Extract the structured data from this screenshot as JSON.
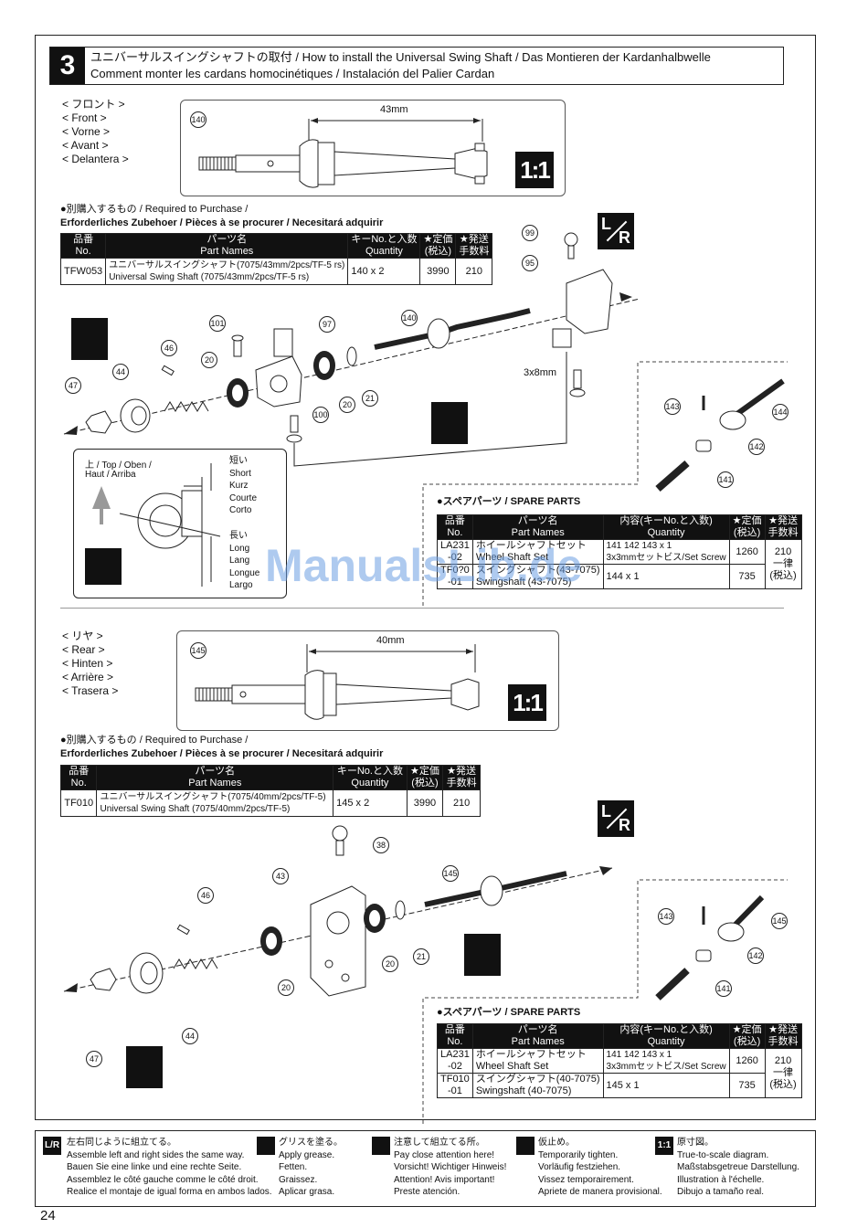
{
  "step": {
    "number": "3",
    "title_line1": "ユニバーサルスイングシャフトの取付  / How to install the Universal Swing Shaft / Das Montieren der Kardanhalbwelle",
    "title_line2": "Comment monter les cardans homocinétiques / Instalación del Palier Cardan"
  },
  "front": {
    "direction": [
      "< フロント >",
      "< Front >",
      "< Vorne >",
      "< Avant >",
      "< Delantera >"
    ],
    "dimension": "43mm",
    "shaft_part": "140",
    "scale": "1:1",
    "required_title": "●別購入するもの / Required to Purchase /",
    "required_subtitle": "Erforderliches Zubehoer / Pièces à se procurer / Necesitará adquirir",
    "required_table": {
      "headers": [
        [
          "品番",
          "No."
        ],
        [
          "パーツ名",
          "Part Names"
        ],
        [
          "キーNo.と入数",
          "Quantity"
        ],
        [
          "★定価",
          "(税込)"
        ],
        [
          "★発送",
          "手数料"
        ]
      ],
      "row": {
        "no": "TFW053",
        "name1": "ユニバーサルスイングシャフト(7075/43mm/2pcs/TF-5 rs)",
        "name2": "Universal Swing Shaft (7075/43mm/2pcs/TF-5 rs)",
        "qty": "140 x 2",
        "price": "3990",
        "fee": "210"
      }
    },
    "lr": {
      "l": "L",
      "r": "R"
    },
    "callouts": [
      "99",
      "95",
      "101",
      "97",
      "140",
      "46",
      "20",
      "44",
      "47",
      "100",
      "20",
      "21"
    ],
    "screw_label": "3x8mm",
    "orientation": {
      "top": "上 / Top / Oben /",
      "top2": "Haut / Arriba",
      "short": [
        "短い",
        "Short",
        "Kurz",
        "Courte",
        "Corto"
      ],
      "long": [
        "長い",
        "Long",
        "Lang",
        "Longue",
        "Largo"
      ]
    },
    "spare_callouts": [
      "143",
      "144",
      "142",
      "141"
    ],
    "spare_title": "●スペアパーツ / SPARE PARTS",
    "spare_table": {
      "headers": [
        [
          "品番",
          "No."
        ],
        [
          "パーツ名",
          "Part Names"
        ],
        [
          "内容(キーNo.と入数)",
          "Quantity"
        ],
        [
          "★定価",
          "(税込)"
        ],
        [
          "★発送",
          "手数料"
        ]
      ],
      "rows": [
        {
          "no1": "LA231",
          "no2": "-02",
          "name1": "ホイールシャフトセット",
          "name2": "Wheel Shaft Set",
          "qty1": "141 142 143 x 1",
          "qty2": "3x3mmセットビス/Set Screw",
          "price": "1260"
        },
        {
          "no1": "TF0?0",
          "no2": "-01",
          "name1": "スイングシャフト(43-7075)",
          "name2": "Swingshaft (43-7075)",
          "qty1": "144 x 1",
          "qty2": "",
          "price": "735"
        }
      ],
      "fee": [
        "210",
        "一律",
        "(税込)"
      ]
    }
  },
  "rear": {
    "direction": [
      "< リヤ >",
      "< Rear >",
      "< Hinten >",
      "< Arrière >",
      "< Trasera >"
    ],
    "dimension": "40mm",
    "shaft_part": "145",
    "scale": "1:1",
    "required_title": "●別購入するもの / Required to Purchase /",
    "required_subtitle": "Erforderliches Zubehoer / Pièces à se procurer / Necesitará adquirir",
    "required_table": {
      "row": {
        "no": "TF010",
        "name1": "ユニバーサルスイングシャフト(7075/40mm/2pcs/TF-5)",
        "name2": "Universal Swing Shaft (7075/40mm/2pcs/TF-5)",
        "qty": "145 x 2",
        "price": "3990",
        "fee": "210"
      }
    },
    "lr": {
      "l": "L",
      "r": "R"
    },
    "callouts": [
      "38",
      "43",
      "145",
      "46",
      "20",
      "21",
      "20",
      "44",
      "47"
    ],
    "spare_callouts": [
      "143",
      "145",
      "142",
      "141"
    ],
    "spare_title": "●スペアパーツ / SPARE PARTS",
    "spare_table": {
      "rows": [
        {
          "no1": "LA231",
          "no2": "-02",
          "name1": "ホイールシャフトセット",
          "name2": "Wheel Shaft Set",
          "qty1": "141 142 143 x 1",
          "qty2": "3x3mmセットビス/Set Screw",
          "price": "1260"
        },
        {
          "no1": "TF010",
          "no2": "-01",
          "name1": "スイングシャフト(40-7075)",
          "name2": "Swingshaft (40-7075)",
          "qty1": "145 x 1",
          "qty2": "",
          "price": "735"
        }
      ],
      "fee": [
        "210",
        "一律",
        "(税込)"
      ]
    }
  },
  "watermark": "ManualsLib.de",
  "legend": [
    {
      "icon": "L/R",
      "lines": [
        "左右同じように組立てる。",
        "Assemble left and right sides the same way.",
        "Bauen Sie eine linke und eine rechte Seite.",
        "Assemblez le côté gauche comme le côté droit.",
        "Realice el montaje de igual forma en ambos lados."
      ]
    },
    {
      "icon": "grease",
      "lines": [
        "グリスを塗る。",
        "Apply grease.",
        "Fetten.",
        "Graissez.",
        "Aplicar grasa."
      ]
    },
    {
      "icon": "attention",
      "lines": [
        "注意して組立てる所。",
        "Pay close attention here!",
        "Vorsicht!  Wichtiger Hinweis!",
        "Attention! Avis important!",
        "Preste atención."
      ]
    },
    {
      "icon": "temp",
      "lines": [
        "仮止め。",
        "Temporarily tighten.",
        "Vorläufig festziehen.",
        "Vissez temporairement.",
        "Apriete de manera provisional."
      ]
    },
    {
      "icon": "1:1",
      "lines": [
        "原寸図。",
        "True-to-scale diagram.",
        "Maßstabsgetreue Darstellung.",
        "Illustration à l'échelle.",
        "Dibujo a tamaño real."
      ]
    }
  ],
  "page_number": "24"
}
